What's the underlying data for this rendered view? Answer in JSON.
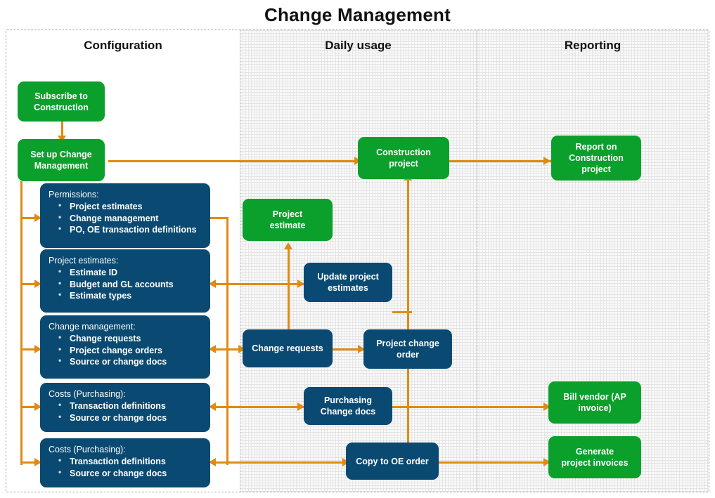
{
  "title": "Change Management",
  "lanes": [
    {
      "id": "configuration",
      "label": "Configuration"
    },
    {
      "id": "daily-usage",
      "label": "Daily usage"
    },
    {
      "id": "reporting",
      "label": "Reporting"
    }
  ],
  "colors": {
    "green": "#0ba02c",
    "blue": "#0a4a72",
    "connector": "#e08a12",
    "lane_background": "#fafafa",
    "text_on_node": "#ffffff",
    "title_text": "#111111"
  },
  "nodes": {
    "subscribe_construction": {
      "label": "Subscribe to\nConstruction",
      "type": "green"
    },
    "set_up_change_management": {
      "label": "Set up Change\nManagement",
      "type": "green"
    },
    "construction_project": {
      "label": "Construction\nproject",
      "type": "green"
    },
    "report_on_construction_project": {
      "label": "Report on\nConstruction\nproject",
      "type": "green"
    },
    "project_estimate": {
      "label": "Project\nestimate",
      "type": "green"
    },
    "bill_vendor": {
      "label": "Bill vendor (AP\ninvoice)",
      "type": "green"
    },
    "generate_project_invoices": {
      "label": "Generate\nproject invoices",
      "type": "green"
    },
    "update_project_estimates": {
      "label": "Update project\nestimates",
      "type": "blue"
    },
    "change_requests": {
      "label": "Change requests",
      "type": "blue"
    },
    "project_change_order": {
      "label": "Project change\norder",
      "type": "blue"
    },
    "purchasing_change_docs": {
      "label": "Purchasing\nChange docs",
      "type": "blue"
    },
    "copy_to_oe_order": {
      "label": "Copy to OE order",
      "type": "blue"
    }
  },
  "cards": {
    "permissions": {
      "title": "Permissions:",
      "items": [
        "Project estimates",
        "Change management",
        "PO, OE transaction definitions"
      ]
    },
    "project_estimates": {
      "title": "Project estimates:",
      "items": [
        "Estimate ID",
        "Budget and GL accounts",
        "Estimate types"
      ]
    },
    "change_management": {
      "title": "Change management:",
      "items": [
        "Change requests",
        "Project change orders",
        "Source or change docs"
      ]
    },
    "costs_purchasing_1": {
      "title": "Costs  (Purchasing):",
      "items": [
        "Transaction definitions",
        "Source or change docs"
      ]
    },
    "costs_purchasing_2": {
      "title": "Costs  (Purchasing):",
      "items": [
        "Transaction definitions",
        "Source or change docs"
      ]
    }
  }
}
